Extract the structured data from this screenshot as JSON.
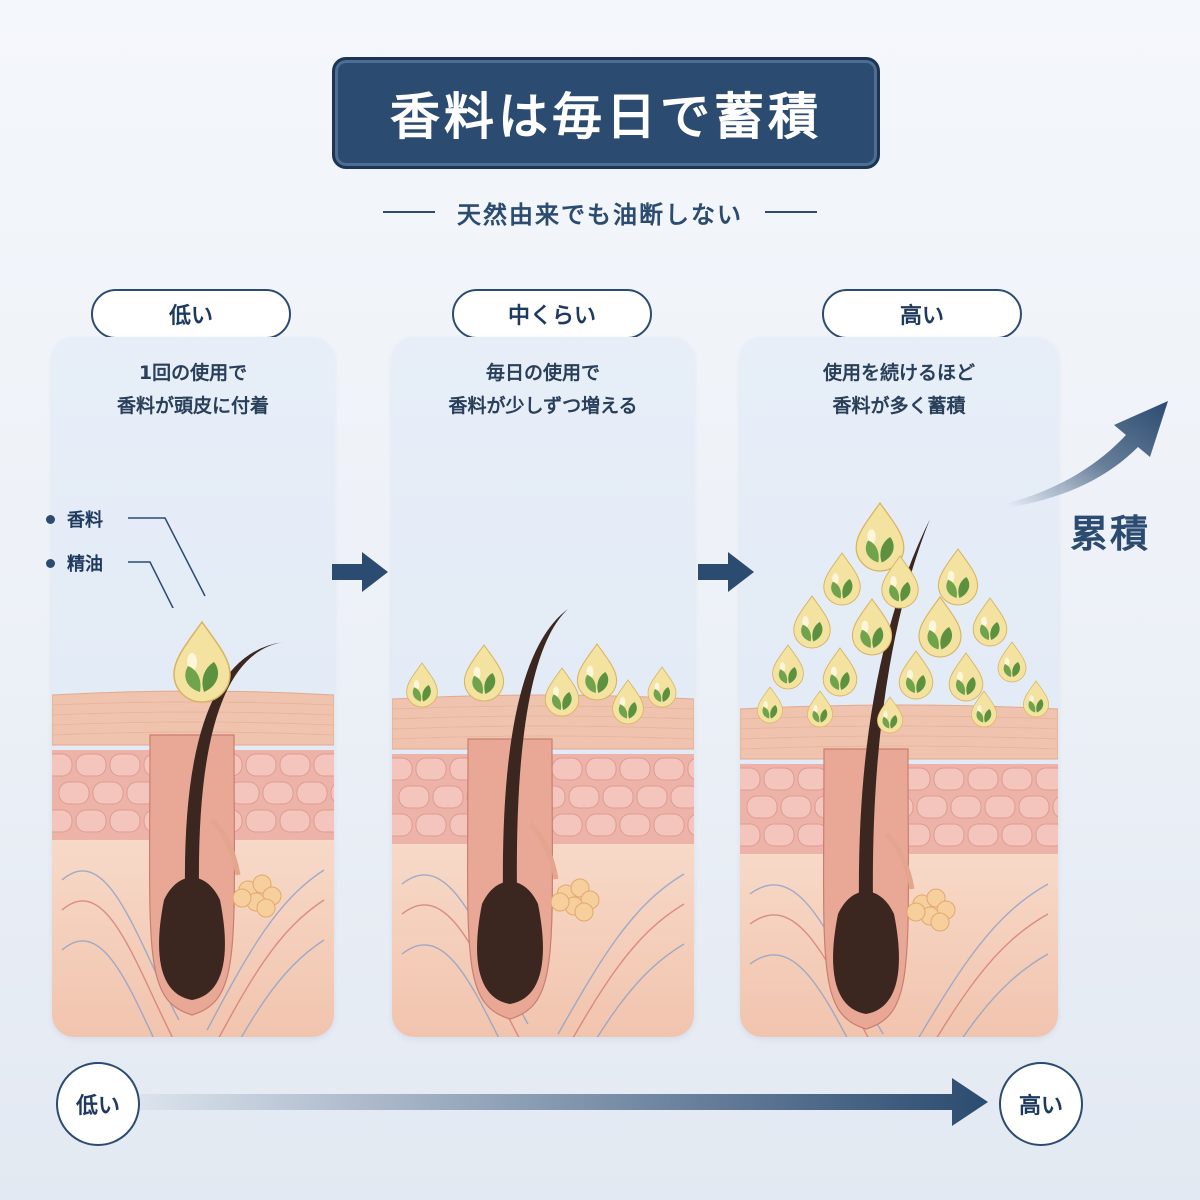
{
  "title": "香料は毎日で蓄積",
  "subtitle": "天然由来でも油断しない",
  "panels": [
    {
      "level": "低い",
      "desc_line1": "1回の使用で",
      "desc_line2": "香料が頭皮に付着"
    },
    {
      "level": "中くらい",
      "desc_line1": "毎日の使用で",
      "desc_line2": "香料が少しずつ増える"
    },
    {
      "level": "高い",
      "desc_line1": "使用を続けるほど",
      "desc_line2": "香料が多く蓄積"
    }
  ],
  "legend": {
    "fragrance": "香料",
    "essential_oil": "精油"
  },
  "accumulation_label": "累積",
  "scale": {
    "low": "低い",
    "high": "高い"
  },
  "colors": {
    "navy": "#2b4b70",
    "drop": "#f3e2a0",
    "leaf": "#6fa44c",
    "skin": "#f2c7b3",
    "dermis": "#f6d3c2"
  }
}
